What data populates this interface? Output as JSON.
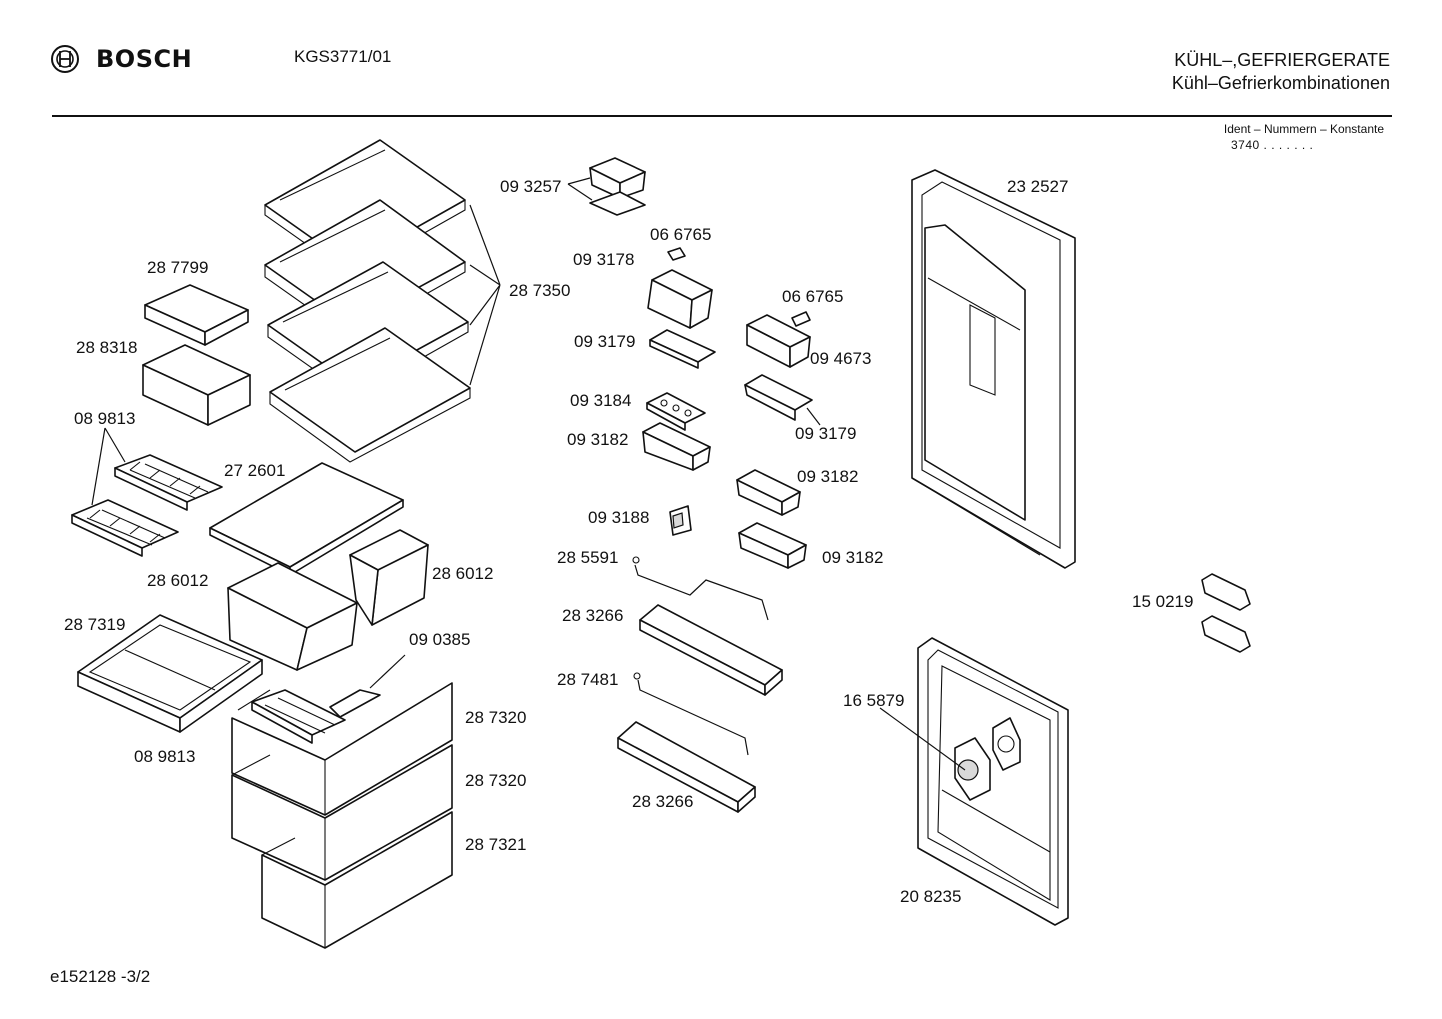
{
  "header": {
    "brand": "BOSCH",
    "model": "KGS3771/01",
    "category_line1": "KÜHL–,GEFRIERGERATE",
    "category_line2": "Kühl–Gefrierkombinationen",
    "ident_title": "Ident – Nummern – Konstante",
    "ident_value": "3740  .  .    .  .  .  .  ."
  },
  "footer": {
    "doc_code": "e152128   -3/2"
  },
  "parts": [
    {
      "id": "p287799",
      "label": "28 7799"
    },
    {
      "id": "p288318",
      "label": "28 8318"
    },
    {
      "id": "p089813a",
      "label": "08 9813"
    },
    {
      "id": "p272601",
      "label": "27 2601"
    },
    {
      "id": "p286012a",
      "label": "28 6012"
    },
    {
      "id": "p286012b",
      "label": "28 6012"
    },
    {
      "id": "p287319",
      "label": "28 7319"
    },
    {
      "id": "p090385",
      "label": "09 0385"
    },
    {
      "id": "p089813b",
      "label": "08 9813"
    },
    {
      "id": "p287320a",
      "label": "28 7320"
    },
    {
      "id": "p287320b",
      "label": "28 7320"
    },
    {
      "id": "p287321",
      "label": "28 7321"
    },
    {
      "id": "p287350",
      "label": "28 7350"
    },
    {
      "id": "p093257",
      "label": "09 3257"
    },
    {
      "id": "p066765a",
      "label": "06 6765"
    },
    {
      "id": "p093178",
      "label": "09 3178"
    },
    {
      "id": "p093179a",
      "label": "09 3179"
    },
    {
      "id": "p066765b",
      "label": "06 6765"
    },
    {
      "id": "p094673",
      "label": "09 4673"
    },
    {
      "id": "p093184",
      "label": "09 3184"
    },
    {
      "id": "p093182a",
      "label": "09 3182"
    },
    {
      "id": "p093179b",
      "label": "09 3179"
    },
    {
      "id": "p093182b",
      "label": "09 3182"
    },
    {
      "id": "p093188",
      "label": "09 3188"
    },
    {
      "id": "p093182c",
      "label": "09 3182"
    },
    {
      "id": "p285591",
      "label": "28 5591"
    },
    {
      "id": "p283266a",
      "label": "28 3266"
    },
    {
      "id": "p287481",
      "label": "28 7481"
    },
    {
      "id": "p283266b",
      "label": "28 3266"
    },
    {
      "id": "p232527",
      "label": "23 2527"
    },
    {
      "id": "p150219",
      "label": "15 0219"
    },
    {
      "id": "p165879",
      "label": "16 5879"
    },
    {
      "id": "p208235",
      "label": "20 8235"
    }
  ]
}
